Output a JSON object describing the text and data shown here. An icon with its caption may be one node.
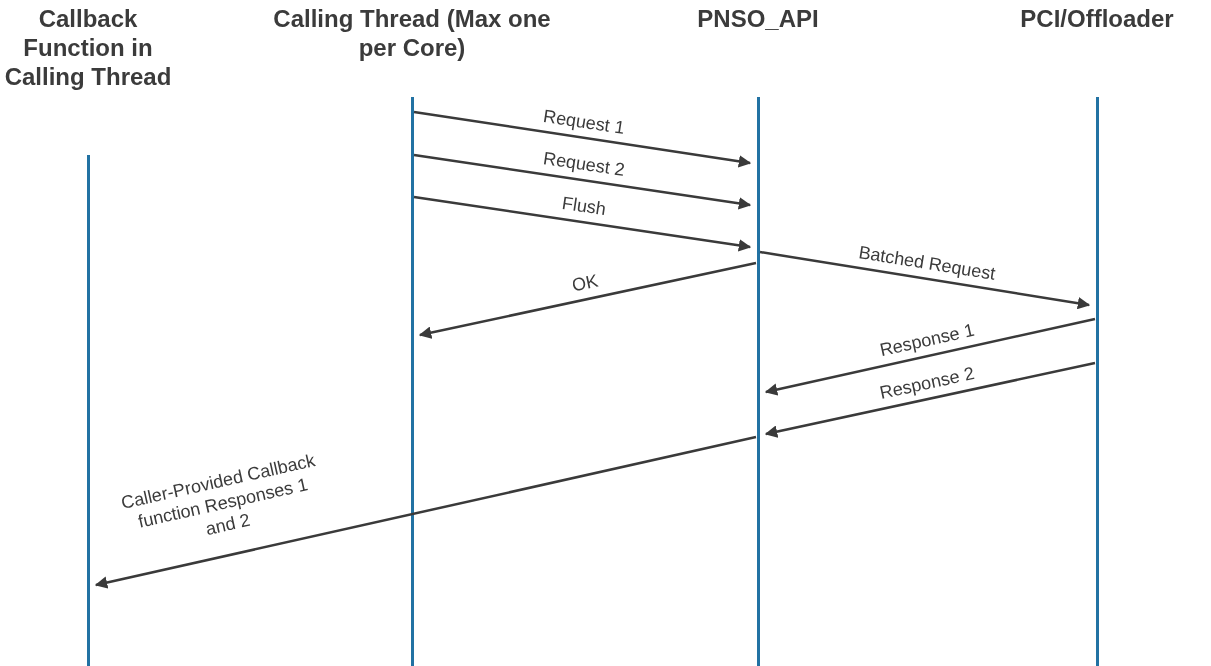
{
  "diagram": {
    "nodes": [
      {
        "text": [
          "Callback Function in Calling Thread"
        ]
      },
      {
        "text": [
          "Calling Thread (Max one per Core)"
        ]
      },
      {
        "text": [
          "PNSO_API"
        ]
      },
      {
        "text": [
          "PCI/Offloader"
        ]
      }
    ],
    "edges": [
      {
        "from": 1,
        "to": 2,
        "arrow": "to",
        "label": "Request 1"
      },
      {
        "from": 1,
        "to": 2,
        "arrow": "to",
        "label": "Request 2"
      },
      {
        "from": 1,
        "to": 2,
        "arrow": "to",
        "label": "Flush"
      },
      {
        "from": 2,
        "to": 1,
        "arrow": "to",
        "label": "OK"
      },
      {
        "from": 2,
        "to": 3,
        "arrow": "to",
        "label": "Batched Request"
      },
      {
        "from": 3,
        "to": 2,
        "arrow": "to",
        "label": "Response 1"
      },
      {
        "from": 3,
        "to": 2,
        "arrow": "to",
        "label": "Response 2"
      },
      {
        "from": 2,
        "to": 0,
        "arrow": "to",
        "label": "Caller-Provided Callback function Responses 1 and 2"
      }
    ]
  }
}
